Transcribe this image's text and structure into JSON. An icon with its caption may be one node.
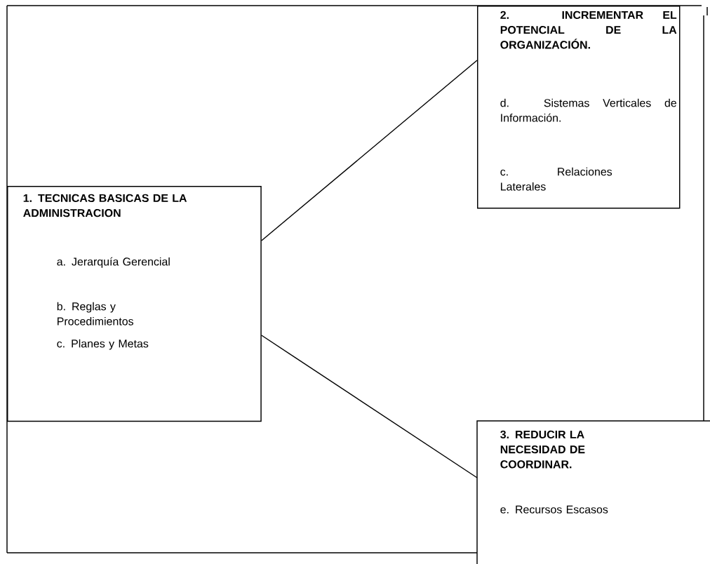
{
  "diagram": {
    "nodes": [
      {
        "text": [
          "1. TECNICAS BASICAS DE LA ADMINISTRACION",
          "a. Jerarquía Gerencial",
          "b. Reglas y Procedimientos",
          "c. Planes y Metas"
        ]
      },
      {
        "text": [
          "2. INCREMENTAR EL POTENCIAL DE LA ORGANIZACIÓN.",
          "d. Sistemas Verticales de Información.",
          "c. Relaciones Laterales"
        ]
      },
      {
        "text": [
          "3. REDUCIR LA NECESIDAD DE COORDINAR.",
          "e. Recursos Escasos"
        ]
      }
    ],
    "edges": [
      {
        "from": 0,
        "to": 1,
        "arrow": "none"
      },
      {
        "from": 0,
        "to": 2,
        "arrow": "none"
      }
    ]
  }
}
